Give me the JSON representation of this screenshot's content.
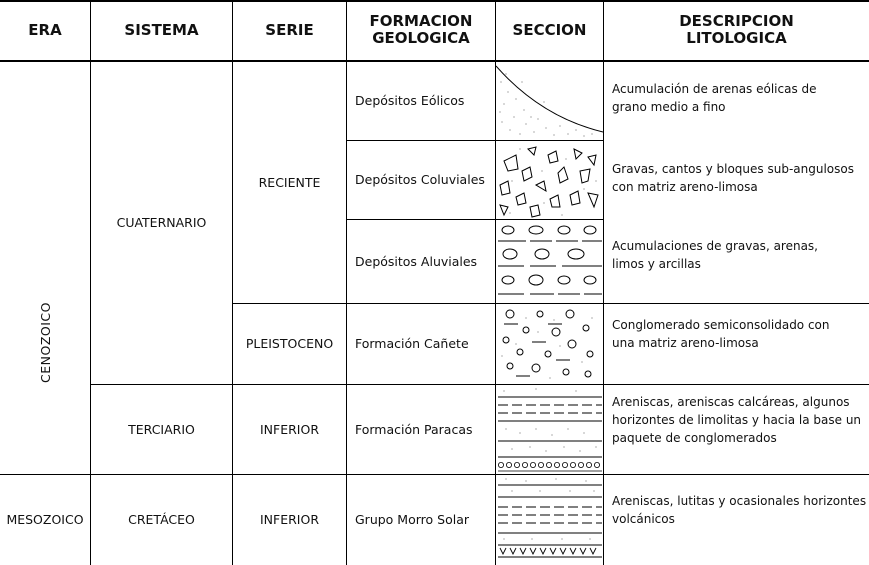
{
  "headers": {
    "era": "ERA",
    "sistema": "SISTEMA",
    "serie": "SERIE",
    "formacion_line1": "FORMACION",
    "formacion_line2": "GEOLOGICA",
    "seccion": "SECCION",
    "descripcion_line1": "DESCRIPCION",
    "descripcion_line2": "LITOLOGICA"
  },
  "eras": {
    "cenozoico": "CENOZOICO",
    "mesozoico": "MESOZOICO"
  },
  "sistemas": {
    "cuaternario": "CUATERNARIO",
    "terciario": "TERCIARIO",
    "cretaceo": "CRETÁCEO"
  },
  "series": {
    "reciente": "RECIENTE",
    "pleistoceno": "PLEISTOCENO",
    "inferior_terciario": "INFERIOR",
    "inferior_cretaceo": "INFERIOR"
  },
  "rows": [
    {
      "formacion": "Depósitos Eólicos",
      "seccion_pattern": "eolian-sand",
      "descripcion": [
        "Acumulación de arenas eólicas de",
        "grano medio a fino"
      ]
    },
    {
      "formacion": "Depósitos Coluviales",
      "seccion_pattern": "angular-clasts",
      "descripcion": [
        "Gravas, cantos y bloques sub-angulosos",
        "con matriz areno-limosa"
      ]
    },
    {
      "formacion": "Depósitos Aluviales",
      "seccion_pattern": "rounded-gravels",
      "descripcion": [
        "Acumulaciones de gravas, arenas,",
        "limos y arcillas"
      ]
    },
    {
      "formacion": "Formación Cañete",
      "seccion_pattern": "conglomerate",
      "descripcion": [
        "Conglomerado semiconsolidado con",
        "una matriz areno-limosa"
      ]
    },
    {
      "formacion": "Formación Paracas",
      "seccion_pattern": "sandstone-shale",
      "descripcion": [
        "Areniscas, areniscas calcáreas, algunos",
        "horizontes de limolitas y hacia la base un",
        "paquete de conglomerados"
      ]
    },
    {
      "formacion": "Grupo Morro Solar",
      "seccion_pattern": "sandstone-shale-volcanic",
      "descripcion": [
        "Areniscas, lutitas y ocasionales horizontes",
        "volcánicos"
      ]
    }
  ]
}
